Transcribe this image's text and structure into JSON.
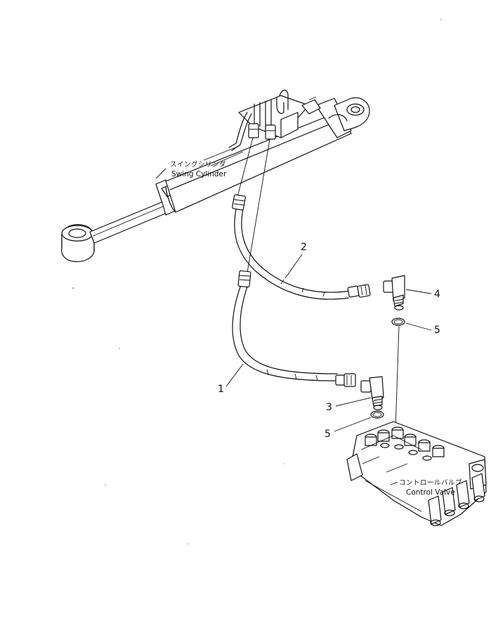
{
  "diagram": {
    "callouts": [
      {
        "id": "1",
        "text": "1"
      },
      {
        "id": "2",
        "text": "2"
      },
      {
        "id": "3",
        "text": "3"
      },
      {
        "id": "4",
        "text": "4"
      },
      {
        "id": "5a",
        "text": "5"
      },
      {
        "id": "5b",
        "text": "5"
      }
    ],
    "swing_cylinder": {
      "label_jp": "スイングシリンダ",
      "label_en": "Swing Cylinder"
    },
    "control_valve": {
      "label_jp": "コントロールバルブ",
      "label_en": "Control Valve"
    }
  }
}
